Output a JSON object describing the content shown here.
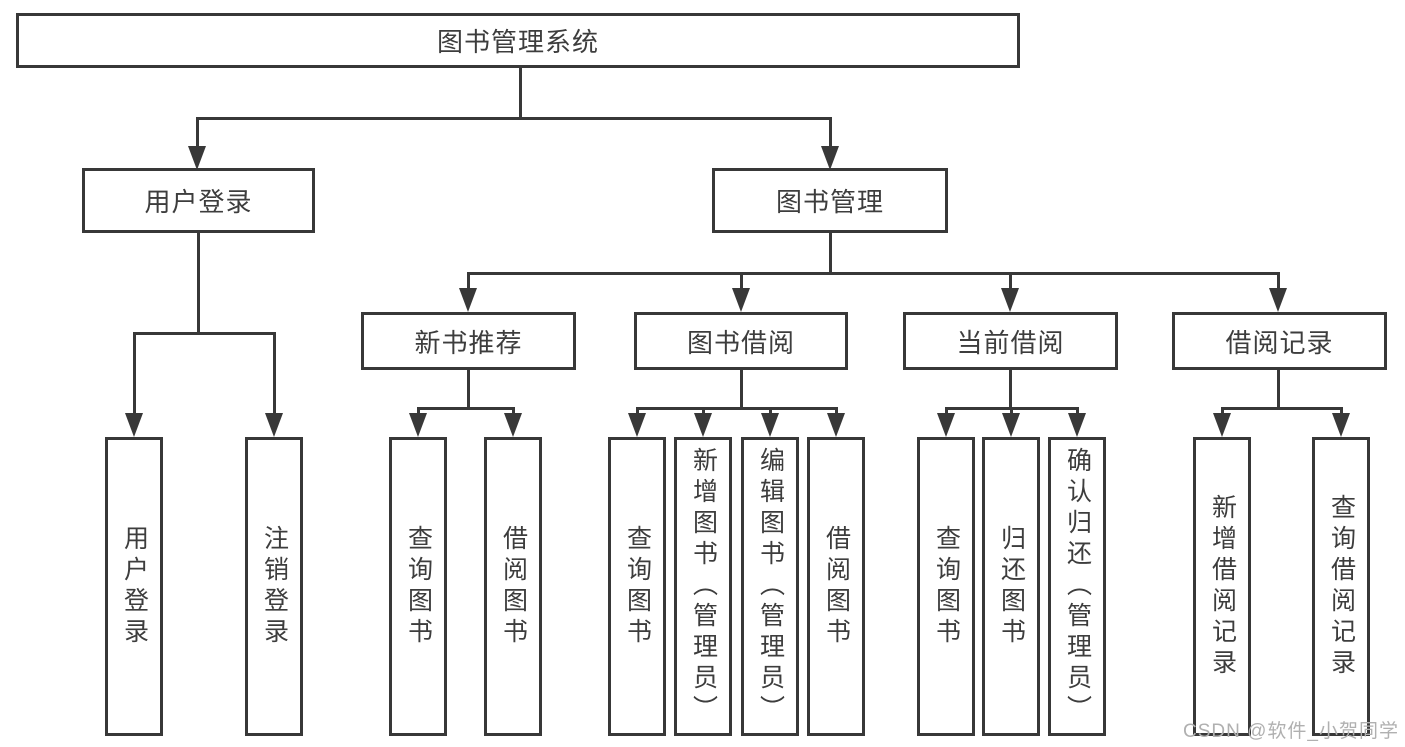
{
  "diagram": {
    "root": {
      "label": "图书管理系统"
    },
    "branches": [
      {
        "label": "用户登录",
        "children": [
          {
            "label": "用户登录"
          },
          {
            "label": "注销登录"
          }
        ]
      },
      {
        "label": "图书管理",
        "children": [
          {
            "label": "新书推荐",
            "children": [
              {
                "label": "查询图书"
              },
              {
                "label": "借阅图书"
              }
            ]
          },
          {
            "label": "图书借阅",
            "children": [
              {
                "label": "查询图书"
              },
              {
                "label": "新增图书（管理员）"
              },
              {
                "label": "编辑图书（管理员）"
              },
              {
                "label": "借阅图书"
              }
            ]
          },
          {
            "label": "当前借阅",
            "children": [
              {
                "label": "查询图书"
              },
              {
                "label": "归还图书"
              },
              {
                "label": "确认归还（管理员）"
              }
            ]
          },
          {
            "label": "借阅记录",
            "children": [
              {
                "label": "新增借阅记录"
              },
              {
                "label": "查询借阅记录"
              }
            ]
          }
        ]
      }
    ],
    "watermark": "CSDN @软件_小贺同学",
    "colors": {
      "line": "#383838",
      "text": "#3d3d3d",
      "watermark": "#b0b0b0",
      "background": "#ffffff"
    }
  }
}
